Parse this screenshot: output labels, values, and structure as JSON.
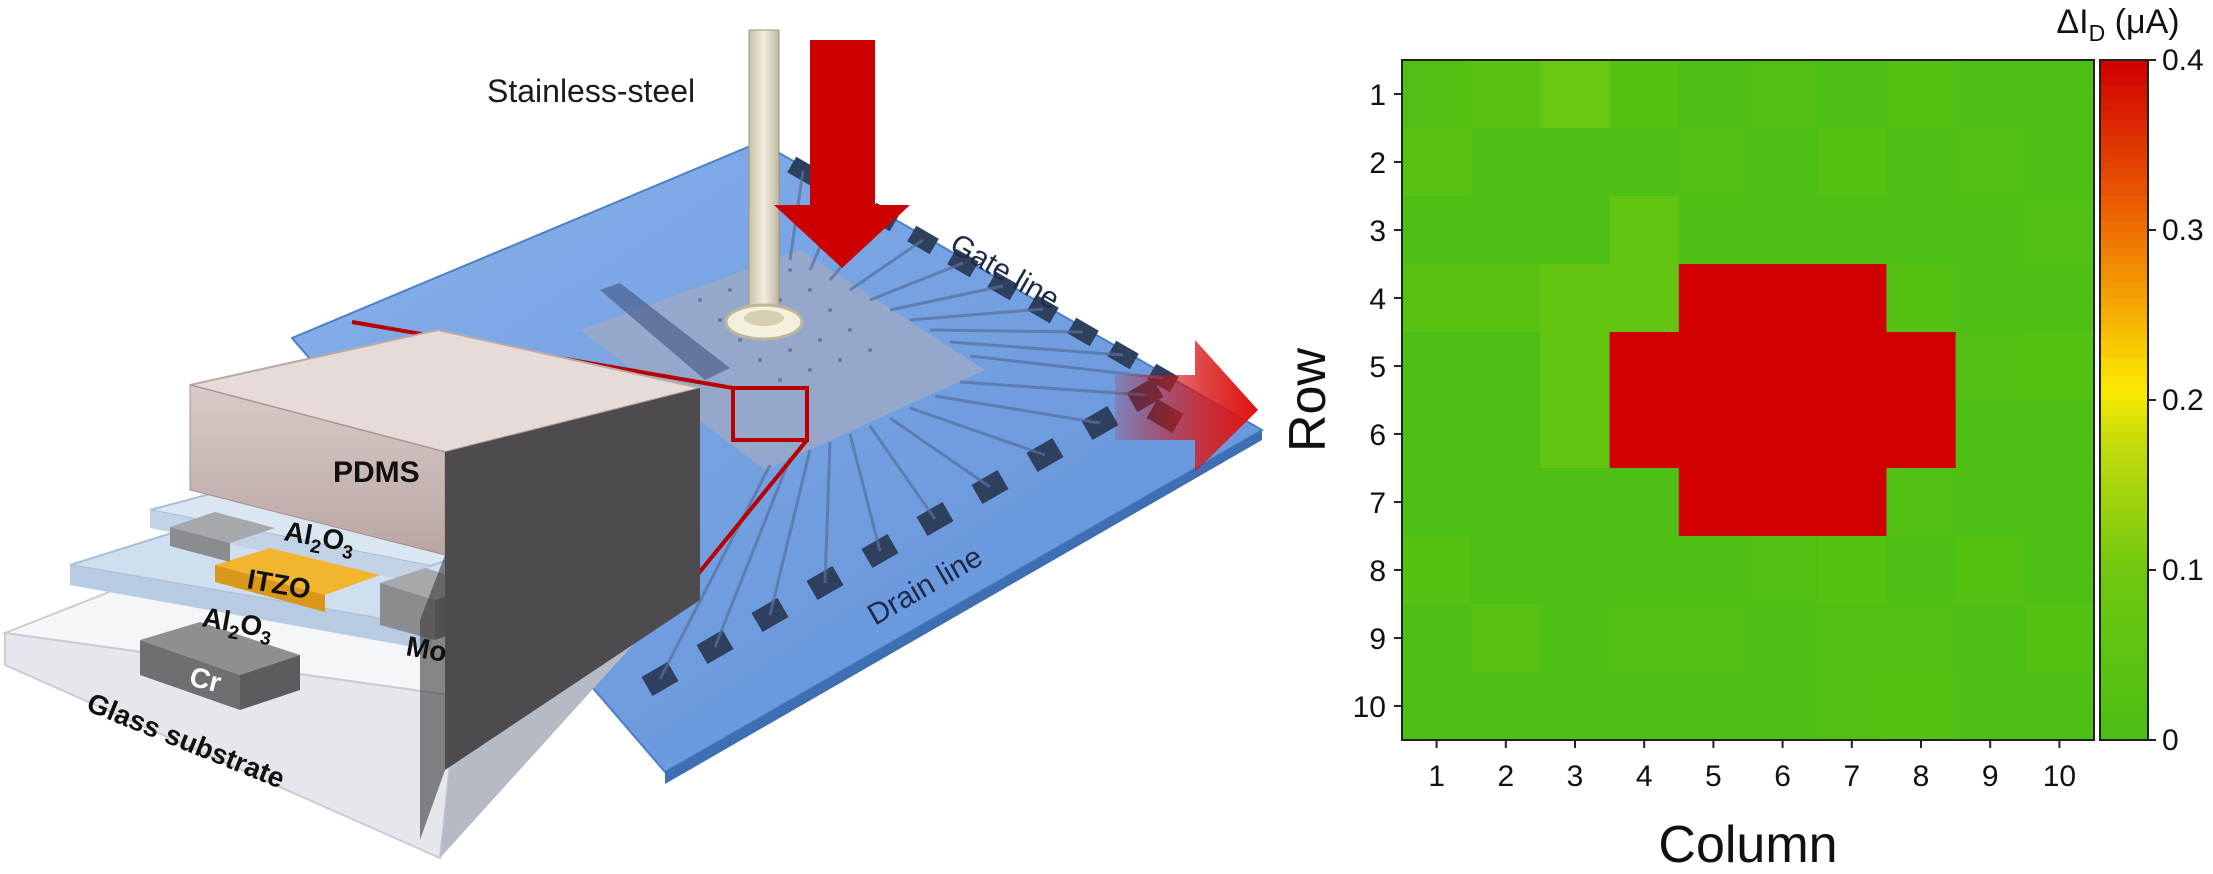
{
  "diagram": {
    "labels": {
      "stainless_steel": "Stainless-steel",
      "gate_line": "Gate line",
      "drain_line": "Drain line",
      "pdms": "PDMS",
      "al2o3_top": "Al",
      "al2o3_top_sub1": "2",
      "al2o3_top_mid": "O",
      "al2o3_top_sub2": "3",
      "al2o3_bot": "Al",
      "al2o3_bot_sub1": "2",
      "al2o3_bot_mid": "O",
      "al2o3_bot_sub2": "3",
      "itzo": "ITZO",
      "mo": "Mo",
      "cr": "Cr",
      "glass": "Glass substrate"
    },
    "colors": {
      "arrow_red": "#cc0000",
      "array_blue": "#6f9fe0",
      "pdms_face": "#cdbcba",
      "itzo": "#f2b62e",
      "inset_line": "#b80000"
    }
  },
  "chart_data": {
    "type": "heatmap",
    "xlabel": "Column",
    "ylabel": "Row",
    "x_ticks": [
      "1",
      "2",
      "3",
      "4",
      "5",
      "6",
      "7",
      "8",
      "9",
      "10"
    ],
    "y_ticks": [
      "1",
      "2",
      "3",
      "4",
      "5",
      "6",
      "7",
      "8",
      "9",
      "10"
    ],
    "colorbar": {
      "title_main": "ΔI",
      "title_sub": "D",
      "title_unit": " (μA)",
      "ticks": [
        "0",
        "0.1",
        "0.2",
        "0.3",
        "0.4"
      ],
      "range": [
        0,
        0.4
      ]
    },
    "values": [
      [
        0.02,
        0.04,
        0.09,
        0.03,
        0.01,
        0.02,
        0.01,
        0.03,
        0.01,
        0.01
      ],
      [
        0.04,
        0.01,
        0.01,
        0.01,
        0.02,
        0.01,
        0.03,
        0.01,
        0.02,
        0.01
      ],
      [
        0.01,
        0.01,
        0.01,
        0.07,
        0.01,
        0.01,
        0.01,
        0.01,
        0.01,
        0.02
      ],
      [
        0.04,
        0.04,
        0.07,
        0.07,
        0.4,
        0.4,
        0.4,
        0.03,
        0.01,
        0.01
      ],
      [
        0.01,
        0.01,
        0.07,
        0.4,
        0.4,
        0.4,
        0.4,
        0.4,
        0.02,
        0.03
      ],
      [
        0.01,
        0.01,
        0.07,
        0.4,
        0.4,
        0.4,
        0.4,
        0.4,
        0.01,
        0.01
      ],
      [
        0.01,
        0.01,
        0.01,
        0.01,
        0.4,
        0.4,
        0.4,
        0.02,
        0.01,
        0.01
      ],
      [
        0.03,
        0.01,
        0.01,
        0.01,
        0.01,
        0.02,
        0.03,
        0.01,
        0.03,
        0.01
      ],
      [
        0.01,
        0.04,
        0.01,
        0.02,
        0.02,
        0.01,
        0.02,
        0.02,
        0.01,
        0.03
      ],
      [
        0.01,
        0.01,
        0.01,
        0.01,
        0.01,
        0.01,
        0.02,
        0.03,
        0.01,
        0.01
      ]
    ]
  }
}
